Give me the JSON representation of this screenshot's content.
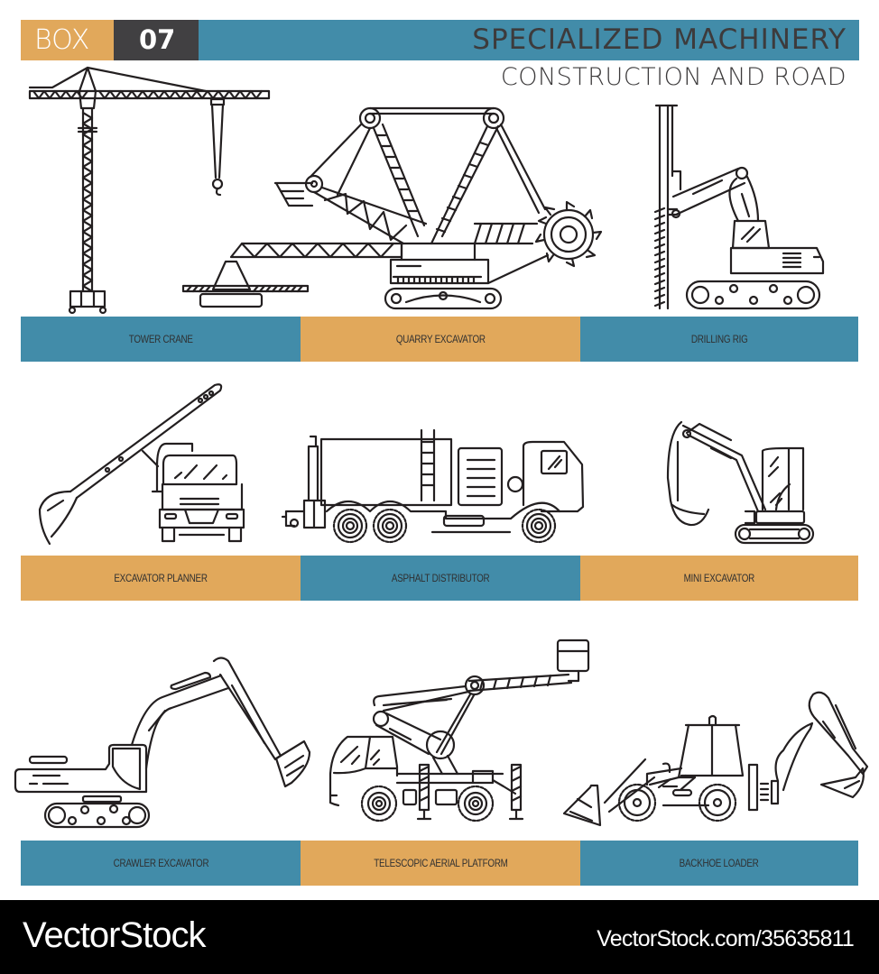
{
  "header": {
    "box_label": "BOX",
    "box_number": "07",
    "title": "SPECIALIZED MACHINERY",
    "subtitle": "CONSTRUCTION AND ROAD"
  },
  "colors": {
    "blue": "#428ca9",
    "orange": "#e1a85b",
    "dark": "#414042",
    "line": "#231f20",
    "footer_bg": "#000000"
  },
  "rows": [
    {
      "items": [
        {
          "name": "TOWER CRANE",
          "color": "blue",
          "icon": "tower-crane-icon"
        },
        {
          "name": "QUARRY EXCAVATOR",
          "color": "orange",
          "icon": "quarry-excavator-icon"
        },
        {
          "name": "DRILLING RIG",
          "color": "blue",
          "icon": "drilling-rig-icon"
        }
      ]
    },
    {
      "items": [
        {
          "name": "EXCAVATOR PLANNER",
          "color": "orange",
          "icon": "excavator-planner-icon"
        },
        {
          "name": "ASPHALT DISTRIBUTOR",
          "color": "blue",
          "icon": "asphalt-distributor-icon"
        },
        {
          "name": "MINI EXCAVATOR",
          "color": "orange",
          "icon": "mini-excavator-icon"
        }
      ]
    },
    {
      "items": [
        {
          "name": "CRAWLER EXCAVATOR",
          "color": "blue",
          "icon": "crawler-excavator-icon"
        },
        {
          "name": "TELESCOPIC AERIAL PLATFORM",
          "color": "orange",
          "icon": "telescopic-aerial-platform-icon"
        },
        {
          "name": "BACKHOE LOADER",
          "color": "blue",
          "icon": "backhoe-loader-icon"
        }
      ]
    }
  ],
  "footer": {
    "brand": "VectorStock",
    "image_id": "VectorStock.com/35635811"
  }
}
